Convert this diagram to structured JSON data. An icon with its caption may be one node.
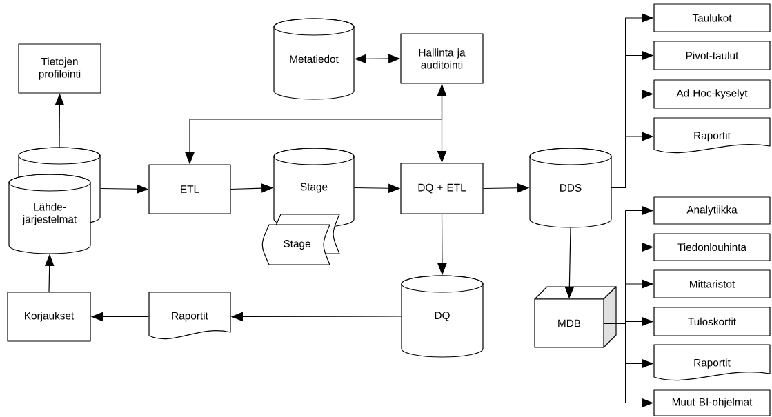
{
  "diagram": {
    "nodes": [
      {
        "text": [
          "Tietojen profilointi"
        ]
      },
      {
        "text": [
          "Lähde-järjestelmät"
        ]
      },
      {
        "text": [
          "ETL"
        ]
      },
      {
        "text": [
          "Stage"
        ]
      },
      {
        "text": [
          "Stage"
        ]
      },
      {
        "text": [
          "Metatiedot"
        ]
      },
      {
        "text": [
          "Hallinta ja auditointi"
        ]
      },
      {
        "text": [
          "DQ + ETL"
        ]
      },
      {
        "text": [
          "DQ"
        ]
      },
      {
        "text": [
          "Raportit"
        ]
      },
      {
        "text": [
          "Korjaukset"
        ]
      },
      {
        "text": [
          "DDS"
        ]
      },
      {
        "text": [
          "MDB"
        ]
      },
      {
        "text": [
          "Taulukot"
        ]
      },
      {
        "text": [
          "Pivot-taulut"
        ]
      },
      {
        "text": [
          "Ad Hoc-kyselyt"
        ]
      },
      {
        "text": [
          "Raportit"
        ]
      },
      {
        "text": [
          "Analytiikka"
        ]
      },
      {
        "text": [
          "Tiedonlouhinta"
        ]
      },
      {
        "text": [
          "Mittaristot"
        ]
      },
      {
        "text": [
          "Tuloskortit"
        ]
      },
      {
        "text": [
          "Raportit"
        ]
      },
      {
        "text": [
          "Muut BI-ohjelmat"
        ]
      }
    ],
    "edges": [
      {
        "from": 1,
        "to": 0,
        "arrow": "to"
      },
      {
        "from": 1,
        "to": 2,
        "arrow": "to"
      },
      {
        "from": 2,
        "to": 3,
        "arrow": "to"
      },
      {
        "from": 3,
        "to": 7,
        "arrow": "to"
      },
      {
        "from": 7,
        "to": 11,
        "arrow": "to"
      },
      {
        "from": 5,
        "to": 6,
        "arrow": "both"
      },
      {
        "from": 6,
        "to": 7,
        "arrow": "both"
      },
      {
        "from": 6,
        "to": 2,
        "arrow": "to"
      },
      {
        "from": 7,
        "to": 8,
        "arrow": "to"
      },
      {
        "from": 8,
        "to": 9,
        "arrow": "to"
      },
      {
        "from": 9,
        "to": 10,
        "arrow": "to"
      },
      {
        "from": 10,
        "to": 1,
        "arrow": "to"
      },
      {
        "from": 11,
        "to": 12,
        "arrow": "to"
      },
      {
        "from": 11,
        "to": 13,
        "arrow": "to"
      },
      {
        "from": 11,
        "to": 14,
        "arrow": "to"
      },
      {
        "from": 11,
        "to": 15,
        "arrow": "to"
      },
      {
        "from": 11,
        "to": 16,
        "arrow": "to"
      },
      {
        "from": 12,
        "to": 17,
        "arrow": "to"
      },
      {
        "from": 12,
        "to": 18,
        "arrow": "to"
      },
      {
        "from": 12,
        "to": 19,
        "arrow": "to"
      },
      {
        "from": 12,
        "to": 20,
        "arrow": "to"
      },
      {
        "from": 12,
        "to": 21,
        "arrow": "to"
      },
      {
        "from": 12,
        "to": 22,
        "arrow": "to"
      }
    ]
  }
}
